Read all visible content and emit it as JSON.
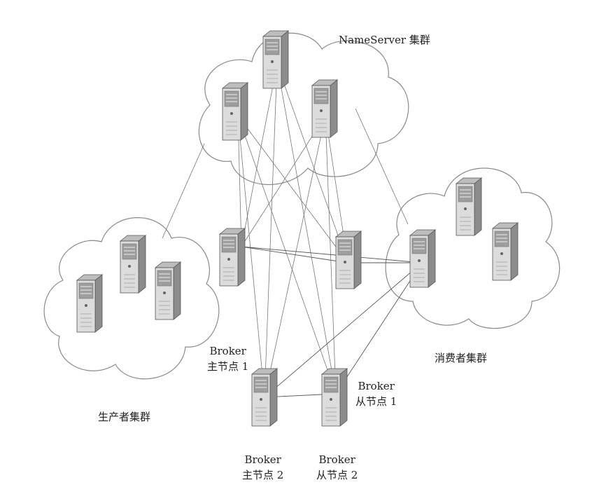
{
  "labels": {
    "nameserver_cluster": "NameServer 集群",
    "producer_cluster": "生产者集群",
    "consumer_cluster": "消费者集群",
    "broker_master_1": {
      "line1": "Broker",
      "line2": "主节点 1"
    },
    "broker_slave_1": {
      "line1": "Broker",
      "line2": "从节点 1"
    },
    "broker_master_2": {
      "line1": "Broker",
      "line2": "主节点 2"
    },
    "broker_slave_2": {
      "line1": "Broker",
      "line2": "从节点 2"
    }
  },
  "icons": {
    "server": "server-tower-icon",
    "cloud": "cloud-shape"
  },
  "colors": {
    "line": "#555555",
    "server_body": "#d9d9d9",
    "server_dark": "#7a7a7a"
  }
}
